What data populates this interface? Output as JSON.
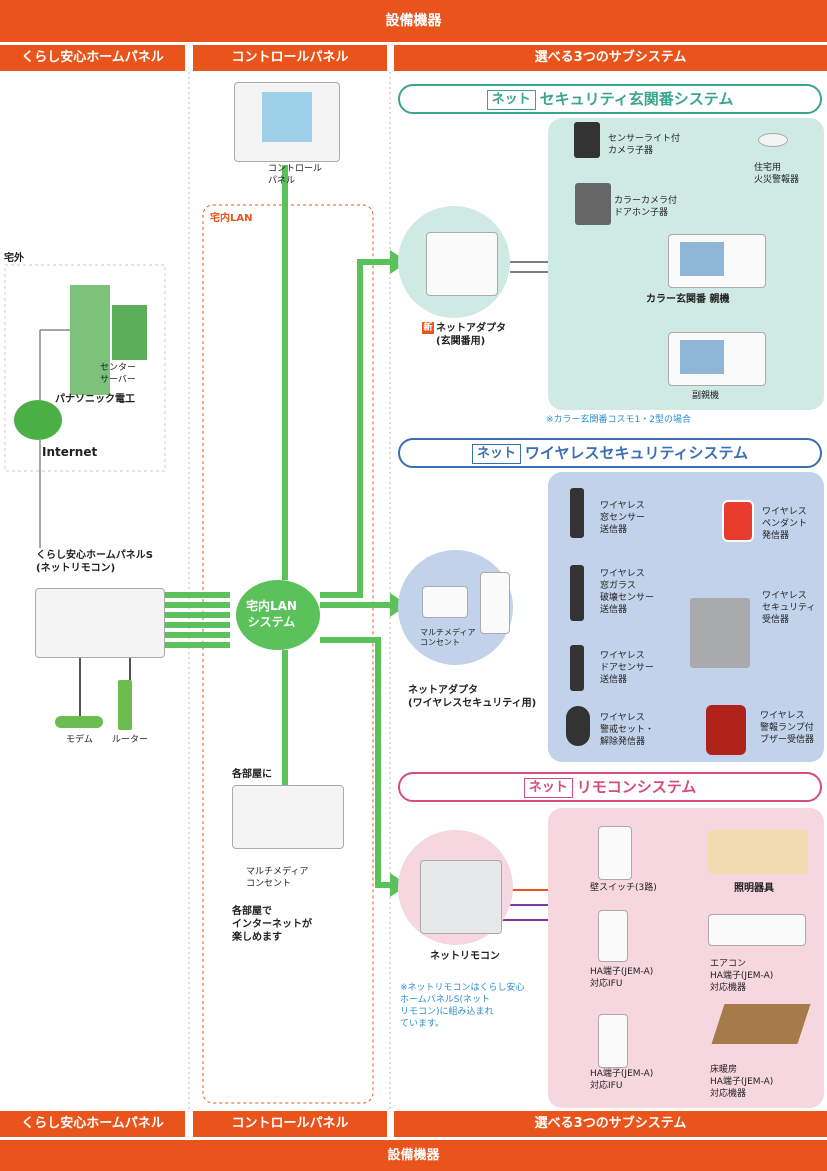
{
  "header": {
    "top_title": "設備機器",
    "bottom_title": "設備機器",
    "col1": "くらし安心ホームパネル",
    "col2": "コントロールパネル",
    "col3": "選べる3つのサブシステム"
  },
  "left": {
    "outside_label": "宅外",
    "center_server": "センター\nサーバー",
    "company": "パナソニック電工",
    "internet": "Internet",
    "homepanel_label": "くらし安心ホームパネルS\n(ネットリモコン)",
    "modem": "モデム",
    "router": "ルーター"
  },
  "middle": {
    "control_panel_label": "コントロール\nパネル",
    "lan_label": "宅内LAN",
    "hub_label": "宅内LAN\nシステム",
    "each_room": "各部屋に",
    "outlet_label": "マルチメディア\nコンセント",
    "enjoy_text": "各部屋で\nインターネットが\n楽しめます"
  },
  "systems": {
    "net_tag": "ネット",
    "sec1": {
      "title": "セキュリティ玄関番システム",
      "adapter_new": "新",
      "adapter": "ネットアダプタ\n(玄関番用)",
      "camera": "センサーライト付\nカメラ子器",
      "fire": "住宅用\n火災警報器",
      "door_phone": "カラーカメラ付\nドアホン子器",
      "master": "カラー玄関番 親機",
      "sub": "副親機",
      "note": "※カラー玄関番コスモ1・2型の場合"
    },
    "sec2": {
      "title": "ワイヤレスセキュリティシステム",
      "outlet": "マルチメディア\nコンセント",
      "adapter": "ネットアダプタ\n(ワイヤレスセキュリティ用)",
      "window": "ワイヤレス\n窓センサー\n送信器",
      "glass": "ワイヤレス\n窓ガラス\n破壊センサー\n送信器",
      "door": "ワイヤレス\nドアセンサー\n送信器",
      "remote": "ワイヤレス\n警戒セット・\n解除発信器",
      "pendant": "ワイヤレス\nペンダント\n発信器",
      "receiver": "ワイヤレス\nセキュリティ\n受信器",
      "lamp": "ワイヤレス\n警報ランプ付\nブザー受信器"
    },
    "sec3": {
      "title": "リモコンシステム",
      "wall_switch": "壁スイッチ(3路)",
      "light": "照明器具",
      "ha1": "HA端子(JEM-A)\n対応IFU",
      "aircon": "エアコン\nHA端子(JEM-A)\n対応機器",
      "floor_heat": "床暖房\nHA端子(JEM-A)\n対応機器",
      "ha2": "HA端子(JEM-A)\n対応IFU",
      "remocon": "ネットリモコン",
      "note": "※ネットリモコンはくらし安心\nホームパネルS(ネット\nリモコン)に組み込まれ\nています。"
    }
  },
  "colors": {
    "orange": "#e8541b",
    "green": "#5bc15a",
    "teal_panel": "#cfe9e3",
    "blue_panel": "#c2d2ea",
    "pink_panel": "#f6d6df",
    "teal_pill": "#3aa58f",
    "blue_pill": "#3a6fb5",
    "pink_pill": "#d54d7a"
  }
}
